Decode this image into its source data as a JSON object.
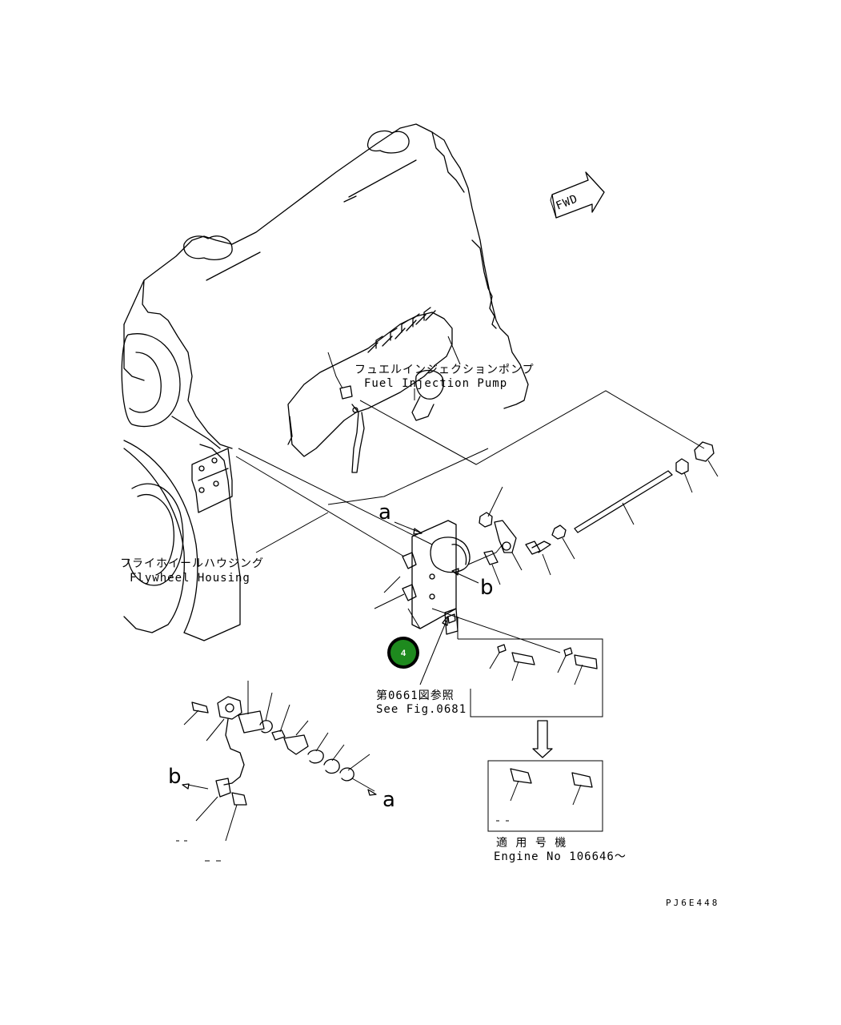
{
  "labels": {
    "fuel_pump_jp": "フュエルインジェクションポンプ",
    "fuel_pump_en": "Fuel Injection Pump",
    "flywheel_jp": "フライホイールハウジング",
    "flywheel_en": "Flywheel Housing",
    "see_fig_jp": "第0661図参照",
    "see_fig_en": "See Fig.0681",
    "applicable_jp": "適 用 号 機",
    "applicable_en": "Engine No 106646～",
    "fwd": "FWD",
    "ref_a_top": "a",
    "ref_b_top": "b",
    "ref_a_bottom": "a",
    "ref_b_bottom": "b",
    "figure_code": "PJ6E448"
  },
  "badge": {
    "number": "4",
    "color": "#1e8a1e",
    "ring_color": "#000000"
  }
}
